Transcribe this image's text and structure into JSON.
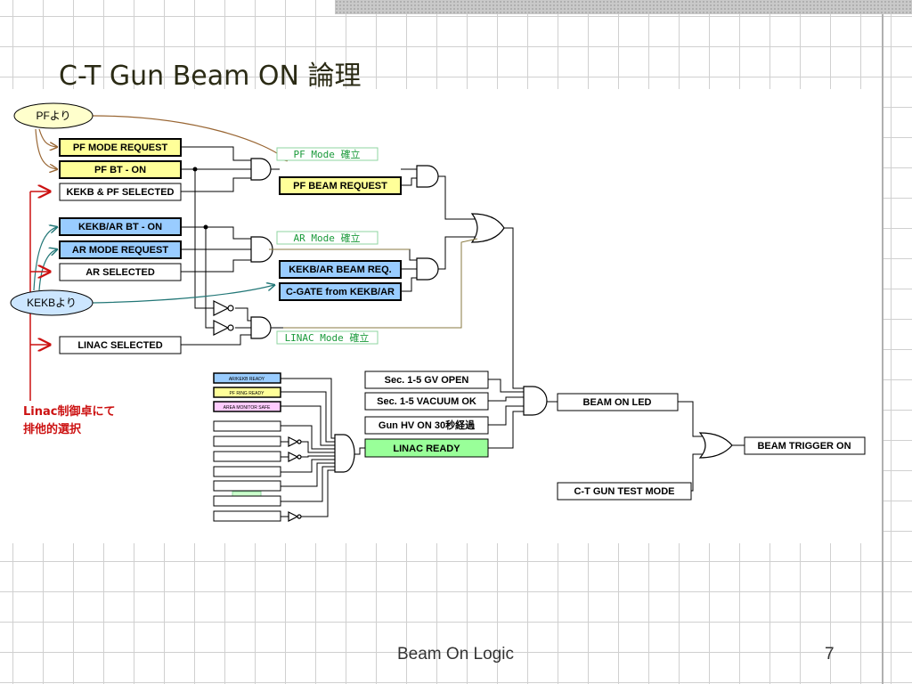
{
  "slide": {
    "title": "C-T Gun Beam ON 論理",
    "footer": "Beam On Logic",
    "page_number": "7"
  },
  "sources": {
    "pf": "PFより",
    "kekb": "KEKBより"
  },
  "inputs": {
    "pf_mode_request": "PF MODE REQUEST",
    "pf_bt_on": "PF BT - ON",
    "kekb_pf_selected": "KEKB & PF SELECTED",
    "kekb_ar_bt_on": "KEKB/AR BT - ON",
    "ar_mode_request": "AR MODE REQUEST",
    "ar_selected": "AR SELECTED",
    "linac_selected": "LINAC SELECTED"
  },
  "mode_labels": {
    "pf_mode": "PF Mode 確立",
    "ar_mode": "AR Mode 確立",
    "linac_mode": "LINAC Mode 確立"
  },
  "requests": {
    "pf_beam_request": "PF BEAM REQUEST",
    "kekb_ar_beam_req": "KEKB/AR BEAM REQ.",
    "c_gate": "C-GATE from KEKB/AR"
  },
  "linac_conditions": {
    "gv_open": "Sec. 1-5 GV OPEN",
    "vacuum_ok": "Sec. 1-5 VACUUM OK",
    "gun_hv": "Gun HV ON 30秒経過",
    "linac_ready": "LINAC READY"
  },
  "ready_inputs": {
    "ar_kekb_ready": "AR/KEKB READY",
    "pf_ring_ready": "PF RING READY",
    "area_monitor_safe": "AREA MONITOR SAFE"
  },
  "outputs": {
    "beam_on_led": "BEAM ON LED",
    "ct_gun_test_mode": "C-T GUN TEST MODE",
    "beam_trigger_on": "BEAM TRIGGER ON"
  },
  "annotation": {
    "line1": "Linac制御卓にて",
    "line2": "排他的選択"
  },
  "colors": {
    "pf_box": "#ffff99",
    "kekb_box": "#99ccff",
    "linac_ready_box": "#99ff99",
    "area_monitor_box": "#ffccff",
    "source_bubble": "#ffffcc",
    "kekb_bubble": "#cce6ff",
    "red_arrow": "#cc1111",
    "teal_arrow": "#227777",
    "brown_arrow": "#996633"
  }
}
